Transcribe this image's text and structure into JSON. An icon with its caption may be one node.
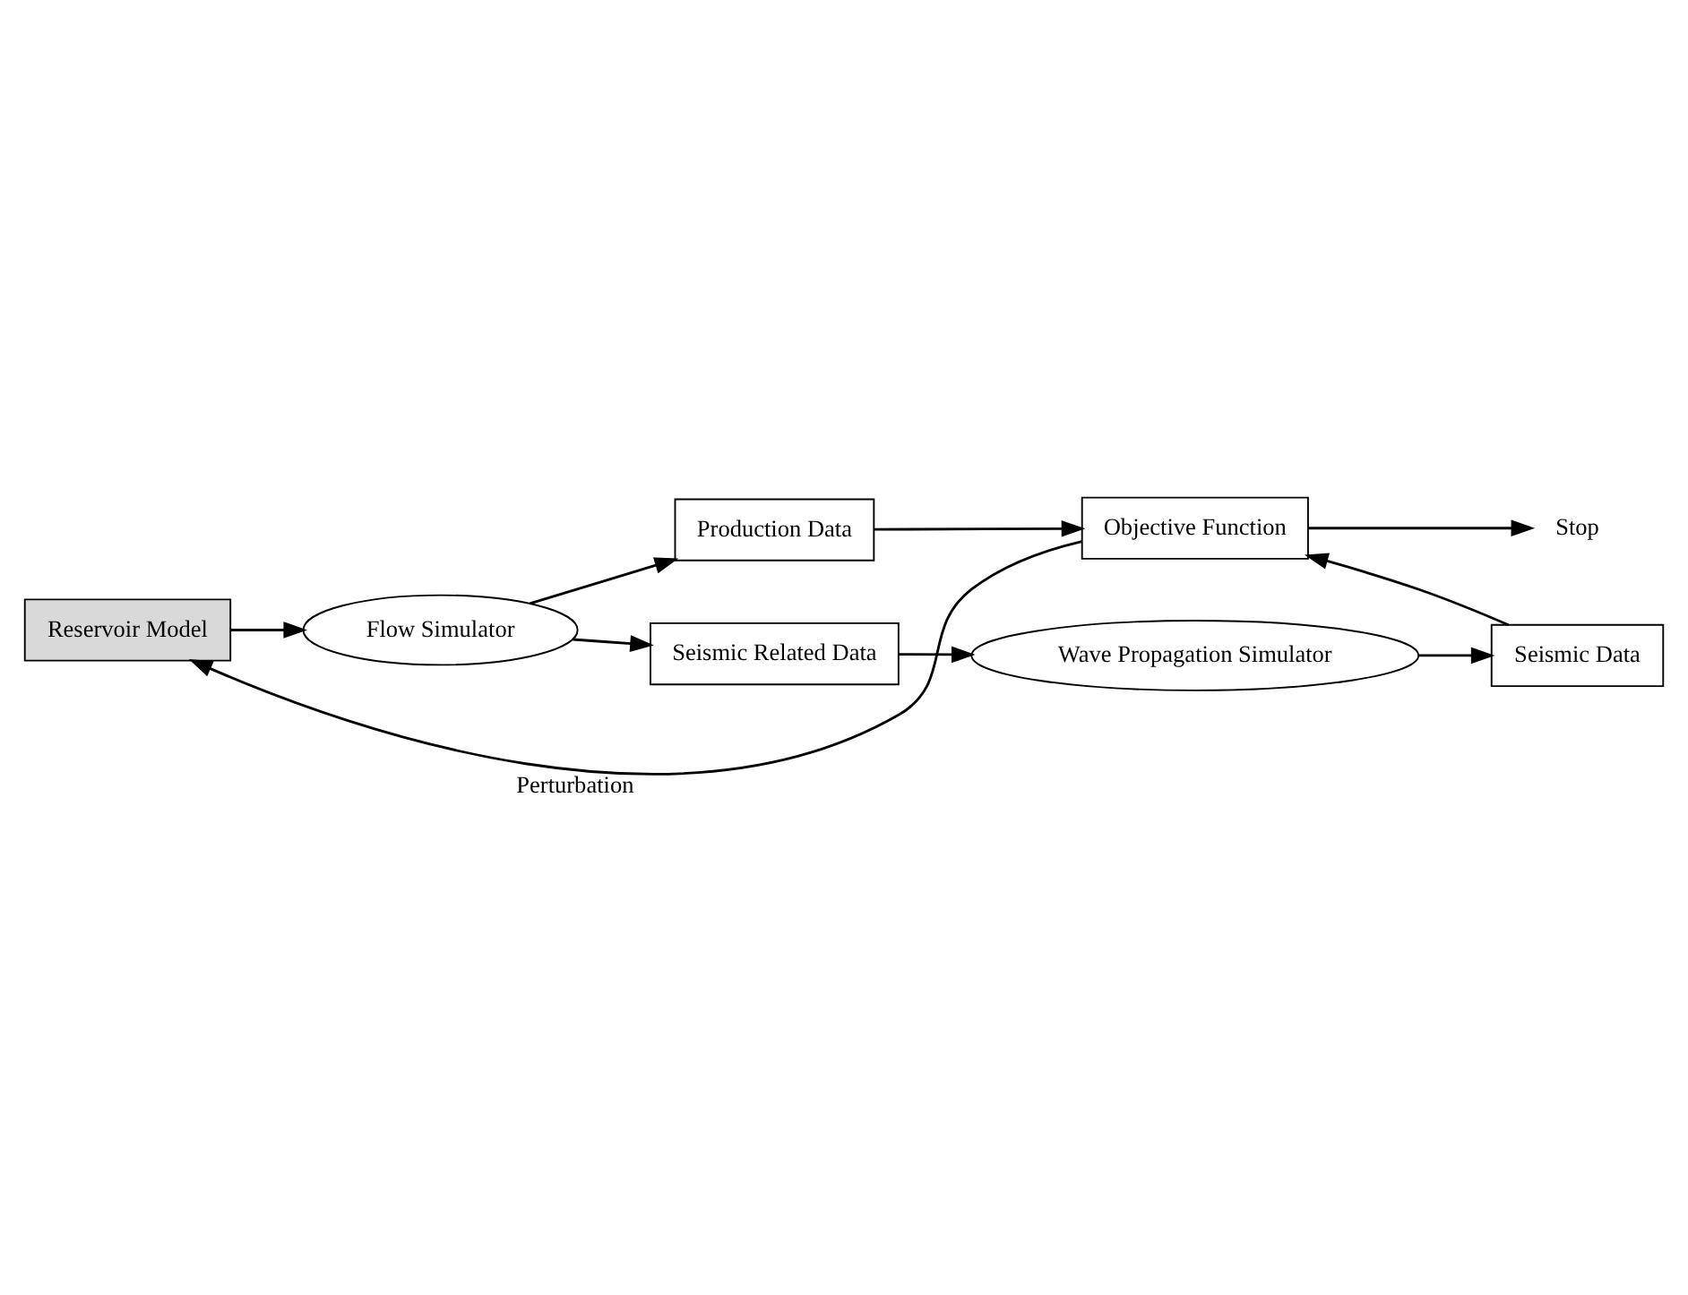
{
  "diagram": {
    "nodes": [
      {
        "text": [
          "Reservoir Model"
        ]
      },
      {
        "text": [
          "Flow Simulator"
        ]
      },
      {
        "text": [
          "Production Data"
        ]
      },
      {
        "text": [
          "Seismic Related Data"
        ]
      },
      {
        "text": [
          "Objective Function"
        ]
      },
      {
        "text": [
          "Stop"
        ]
      },
      {
        "text": [
          "Wave Propagation Simulator"
        ]
      },
      {
        "text": [
          "Seismic Data"
        ]
      }
    ],
    "edges": [
      {
        "from": 0,
        "to": 1,
        "arrow": "to"
      },
      {
        "from": 1,
        "to": 2,
        "arrow": "to"
      },
      {
        "from": 1,
        "to": 3,
        "arrow": "to"
      },
      {
        "from": 2,
        "to": 4,
        "arrow": "to"
      },
      {
        "from": 4,
        "to": 5,
        "arrow": "to"
      },
      {
        "from": 3,
        "to": 6,
        "arrow": "to"
      },
      {
        "from": 6,
        "to": 7,
        "arrow": "to"
      },
      {
        "from": 7,
        "to": 4,
        "arrow": "to"
      },
      {
        "from": 4,
        "to": 0,
        "label": "Perturbation",
        "arrow": "to"
      }
    ]
  }
}
